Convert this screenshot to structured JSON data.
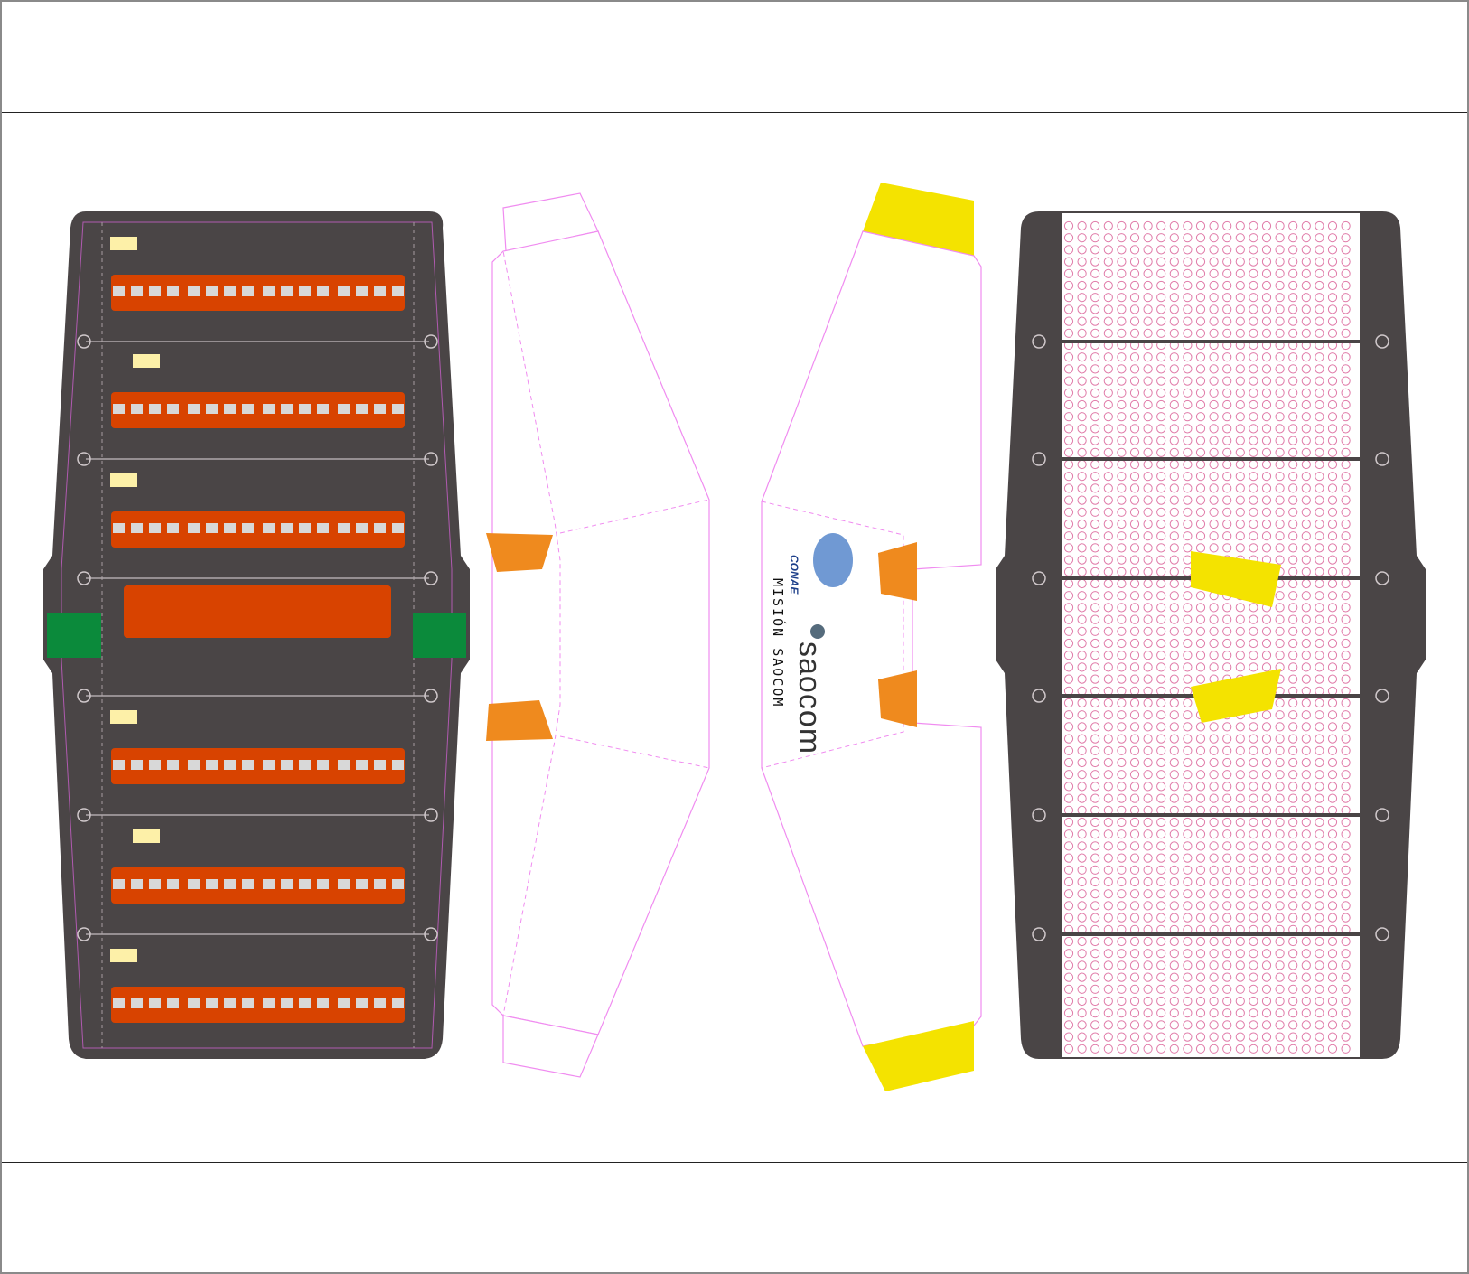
{
  "sheet": {
    "logos": {
      "conae": "CONAE",
      "saocom": "saocom"
    },
    "mission_label": "MISIÓN SAOCOM"
  },
  "colors": {
    "panel_dark": "#4a4546",
    "copper_tabs": "#d84300",
    "connector_pads": "#d8d8d8",
    "labels_yellow_pale": "#fdf0a8",
    "hinge_green": "#0b8a3b",
    "cut_lines_pink": "#f08cf0",
    "glue_tabs_orange": "#ef8a1e",
    "glue_tabs_yellow": "#f4e300",
    "solar_cells_pink": "#e07aa8"
  },
  "icons": [
    "conae-logo",
    "saocom-logo",
    "hinge-bolt-icon"
  ]
}
